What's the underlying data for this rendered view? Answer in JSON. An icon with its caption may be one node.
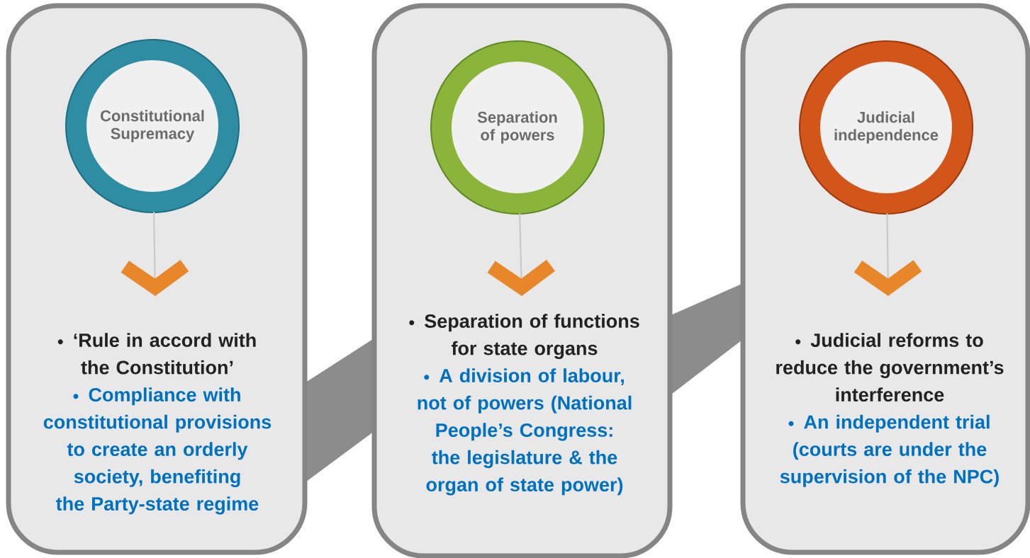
{
  "diagram": {
    "nodes": [
      {
        "text": [],
        "shape": "box"
      },
      {
        "text": [
          "Constitutional Supremacy"
        ],
        "in": 0
      },
      {
        "text": [
          "‘Rule in accord with the Constitution’",
          "Compliance with constitutional provisions to create an orderly society, benefiting the Party-state regime"
        ],
        "in": 0
      },
      {
        "text": [],
        "shape": "box"
      },
      {
        "text": [
          "Separation of powers"
        ],
        "in": 3
      },
      {
        "text": [
          "Separation of functions for state organs",
          "A division of labour, not of powers (National People’s Congress: the legislature & the organ of state power)"
        ],
        "in": 3
      },
      {
        "text": [],
        "shape": "box"
      },
      {
        "text": [
          "Judicial independence"
        ],
        "in": 6
      },
      {
        "text": [
          "Judicial reforms to reduce the government’s interference",
          "An independent trial (courts are under the supervision of the NPC)"
        ],
        "in": 6
      }
    ],
    "edges": [
      {
        "from": 1,
        "to": 2,
        "arrow": "to"
      },
      {
        "from": 4,
        "to": 5,
        "arrow": "to"
      },
      {
        "from": 7,
        "to": 8,
        "arrow": "to"
      }
    ]
  }
}
